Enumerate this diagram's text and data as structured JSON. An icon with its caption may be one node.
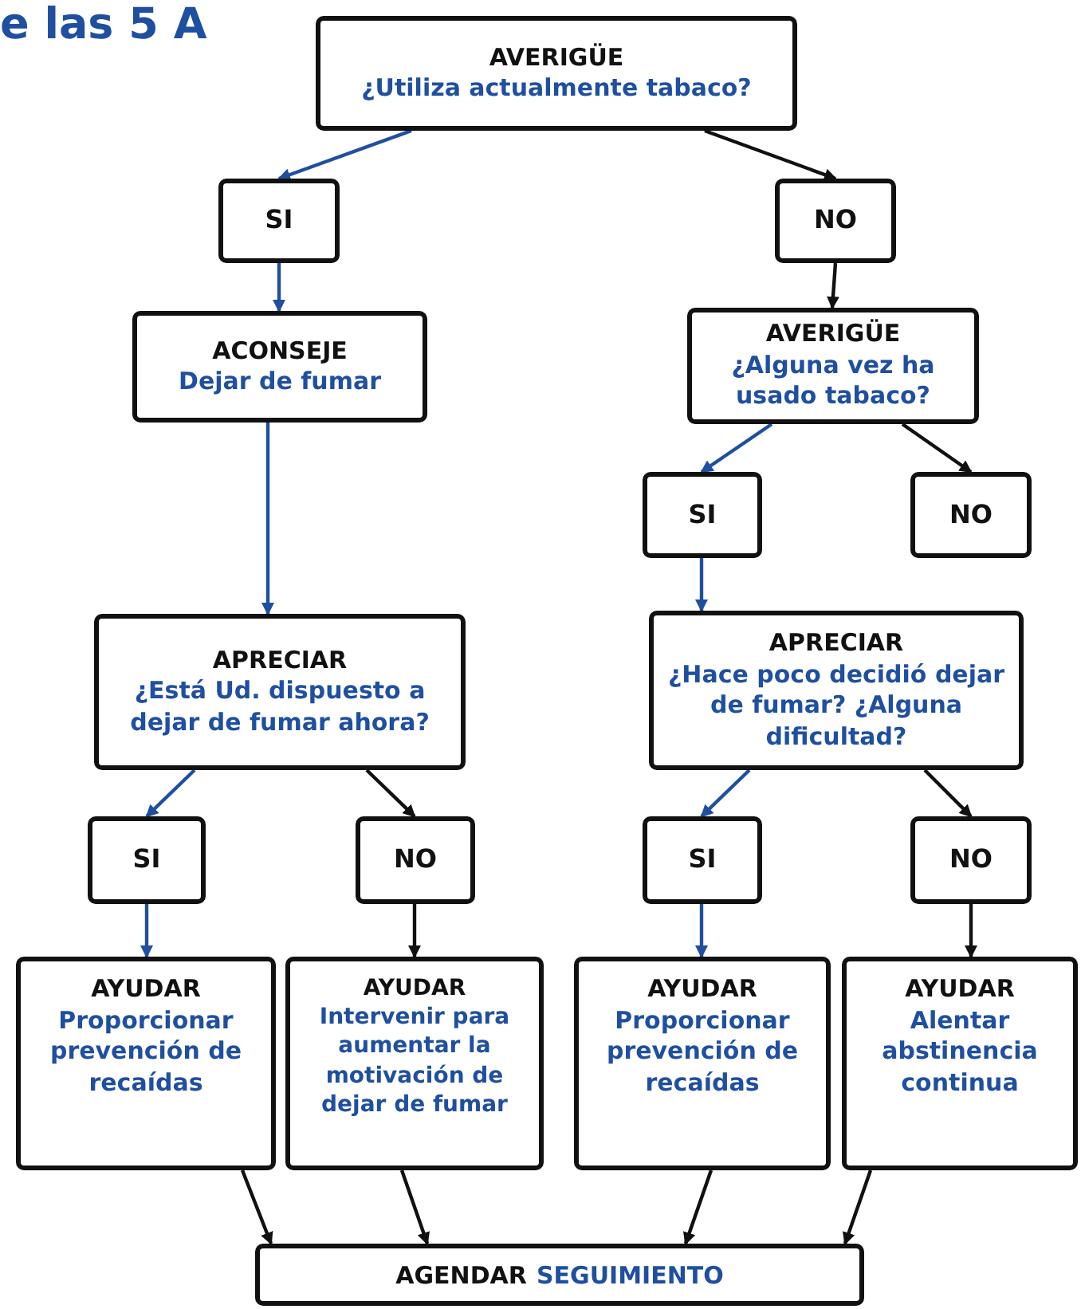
{
  "diagram": {
    "title": "e las 5 A",
    "nodes": [
      {
        "text": [
          "AVERIGÜE",
          "¿Utiliza actualmente tabaco?"
        ]
      },
      {
        "text": [
          "SI"
        ]
      },
      {
        "text": [
          "NO"
        ]
      },
      {
        "text": [
          "ACONSEJE",
          "Dejar de fumar"
        ]
      },
      {
        "text": [
          "AVERIGÜE",
          "¿Alguna vez ha usado tabaco?"
        ]
      },
      {
        "text": [
          "SI"
        ]
      },
      {
        "text": [
          "NO"
        ]
      },
      {
        "text": [
          "APRECIAR",
          "¿Está Ud. dispuesto a dejar de fumar ahora?"
        ]
      },
      {
        "text": [
          "APRECIAR",
          "¿Hace poco decidió dejar de fumar? ¿Alguna dificultad?"
        ]
      },
      {
        "text": [
          "SI"
        ]
      },
      {
        "text": [
          "NO"
        ]
      },
      {
        "text": [
          "SI"
        ]
      },
      {
        "text": [
          "NO"
        ]
      },
      {
        "text": [
          "AYUDAR",
          "Proporcionar prevención de recaídas"
        ]
      },
      {
        "text": [
          "AYUDAR",
          "Intervenir para aumentar la motivación de dejar de fumar"
        ]
      },
      {
        "text": [
          "AYUDAR",
          "Proporcionar prevención de recaídas"
        ]
      },
      {
        "text": [
          "AYUDAR",
          "Alentar abstinencia continua"
        ]
      },
      {
        "text": [
          "AGENDAR",
          "SEGUIMIENTO"
        ]
      }
    ],
    "edges": [
      {
        "from": 0,
        "to": 1,
        "arrow": "to",
        "color": "#1f4fa0"
      },
      {
        "from": 0,
        "to": 2,
        "arrow": "to"
      },
      {
        "from": 1,
        "to": 3,
        "arrow": "to",
        "color": "#1f4fa0"
      },
      {
        "from": 2,
        "to": 4,
        "arrow": "to"
      },
      {
        "from": 3,
        "to": 7,
        "arrow": "to",
        "color": "#1f4fa0"
      },
      {
        "from": 4,
        "to": 5,
        "arrow": "to",
        "color": "#1f4fa0"
      },
      {
        "from": 4,
        "to": 6,
        "arrow": "to"
      },
      {
        "from": 5,
        "to": 8,
        "arrow": "to",
        "color": "#1f4fa0"
      },
      {
        "from": 7,
        "to": 9,
        "arrow": "to",
        "color": "#1f4fa0"
      },
      {
        "from": 7,
        "to": 10,
        "arrow": "to"
      },
      {
        "from": 8,
        "to": 11,
        "arrow": "to",
        "color": "#1f4fa0"
      },
      {
        "from": 8,
        "to": 12,
        "arrow": "to"
      },
      {
        "from": 9,
        "to": 13,
        "arrow": "to",
        "color": "#1f4fa0"
      },
      {
        "from": 10,
        "to": 14,
        "arrow": "to"
      },
      {
        "from": 11,
        "to": 15,
        "arrow": "to",
        "color": "#1f4fa0"
      },
      {
        "from": 12,
        "to": 16,
        "arrow": "to"
      },
      {
        "from": 13,
        "to": 17,
        "arrow": "to"
      },
      {
        "from": 14,
        "to": 17,
        "arrow": "to"
      },
      {
        "from": 15,
        "to": 17,
        "arrow": "to"
      },
      {
        "from": 16,
        "to": 17,
        "arrow": "to"
      }
    ]
  }
}
